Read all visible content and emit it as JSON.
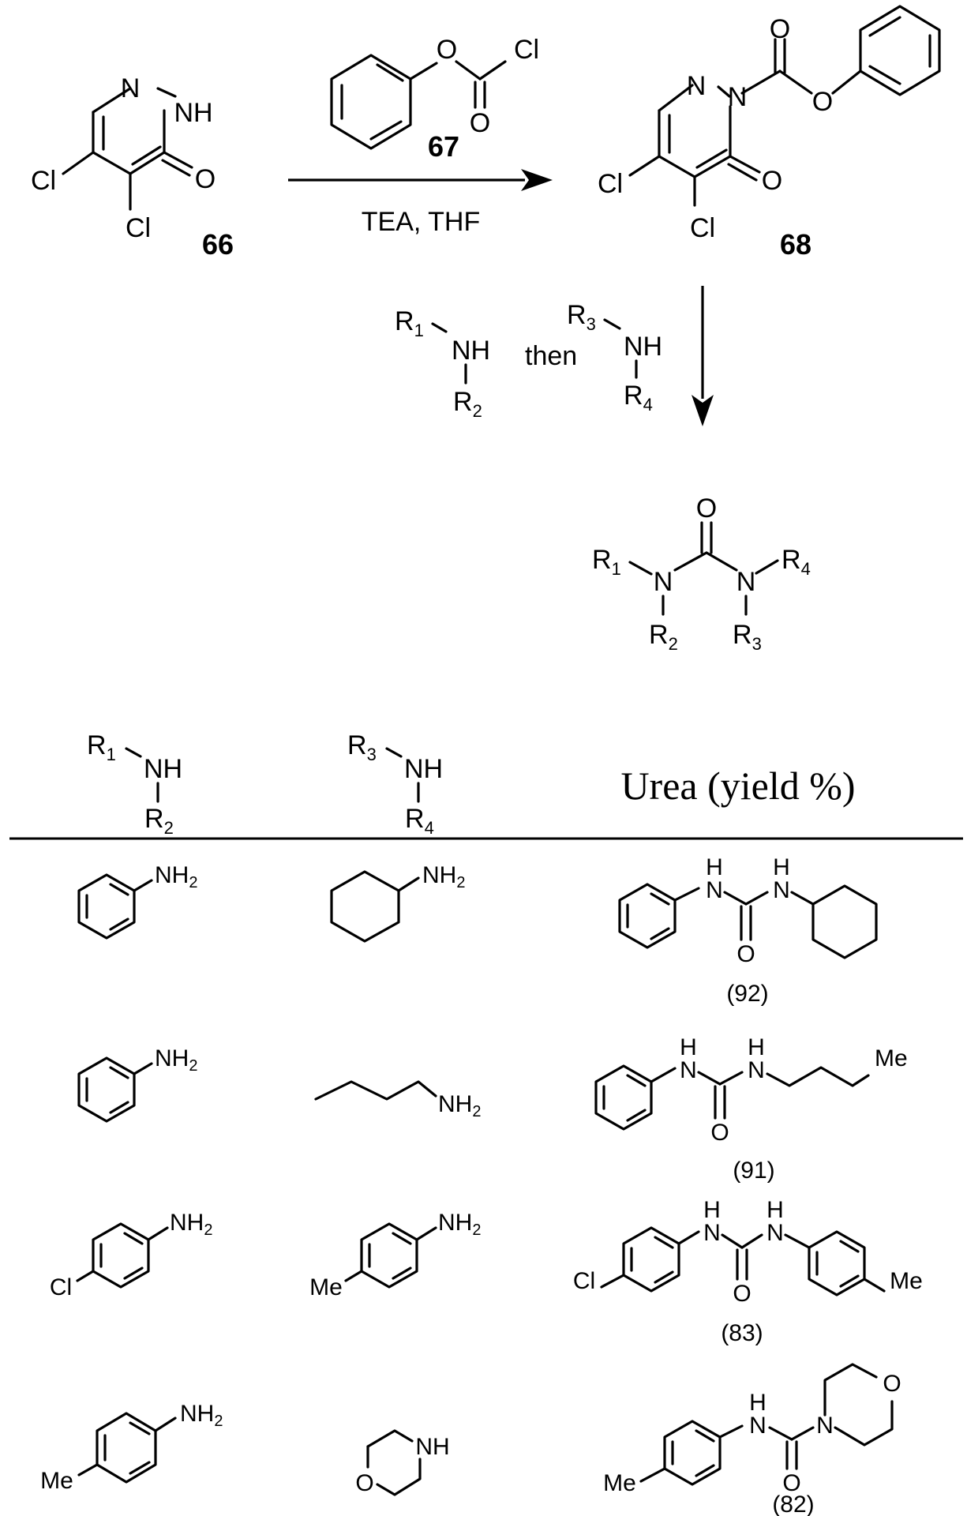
{
  "reaction": {
    "compound_66": "66",
    "compound_67": "67",
    "compound_68": "68",
    "conditions": "TEA, THF",
    "then": "then"
  },
  "atoms": {
    "N": "N",
    "NH": "NH",
    "H": "H",
    "O": "O",
    "Cl": "Cl",
    "Me": "Me",
    "R": "R",
    "sub1": "1",
    "sub2": "2",
    "sub3": "3",
    "sub4": "4",
    "NH2_base": "NH",
    "NH2_sub": "2"
  },
  "table": {
    "header_urea": "Urea (yield %)",
    "yields": [
      "(92)",
      "(91)",
      "(83)",
      "(82)"
    ]
  }
}
